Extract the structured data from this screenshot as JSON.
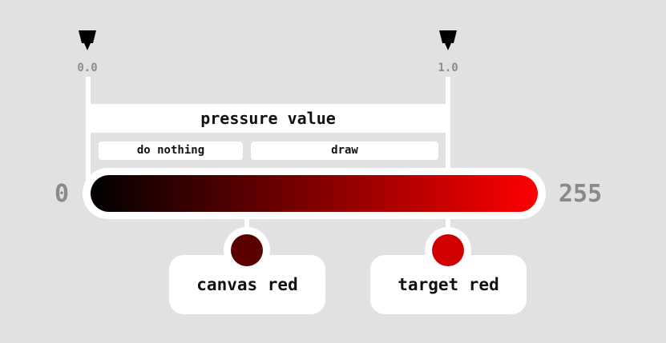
{
  "pens": {
    "left_label": "0.0",
    "right_label": "1.0"
  },
  "panel": {
    "title": "pressure value",
    "chips": [
      "do nothing",
      "draw"
    ]
  },
  "bar": {
    "min_label": "0",
    "max_label": "255",
    "gradient_start": "#000000",
    "gradient_end": "#ff0000"
  },
  "swatches": {
    "canvas": {
      "label": "canvas red",
      "color": "#5a0000"
    },
    "target": {
      "label": "target red",
      "color": "#d00000"
    }
  }
}
